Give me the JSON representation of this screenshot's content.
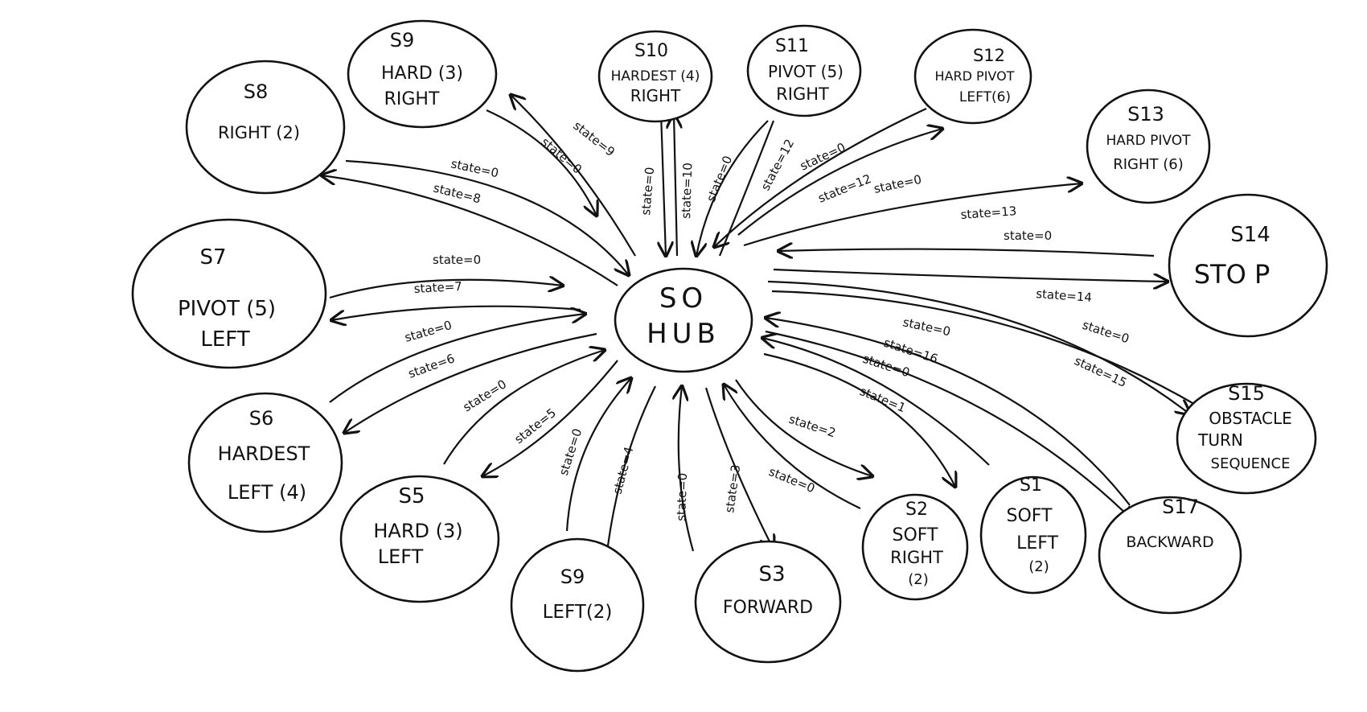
{
  "diagram": {
    "hub": {
      "id": "hub",
      "lines": [
        "SO",
        "HUB"
      ]
    },
    "nodes": [
      {
        "id": "s9-top",
        "lines": [
          "S9",
          "HARD (3)",
          "RIGHT"
        ]
      },
      {
        "id": "s10",
        "lines": [
          "S10",
          "HARDEST (4)",
          "RIGHT"
        ]
      },
      {
        "id": "s11",
        "lines": [
          "S11",
          "PIVOT (5)",
          "RIGHT"
        ]
      },
      {
        "id": "s12",
        "lines": [
          "S12",
          "HARD PIVOT",
          "LEFT(6)"
        ]
      },
      {
        "id": "s13",
        "lines": [
          "S13",
          "HARD PIVOT",
          "RIGHT (6)"
        ]
      },
      {
        "id": "s8",
        "lines": [
          "S8",
          "RIGHT (2)"
        ]
      },
      {
        "id": "s14",
        "lines": [
          "S14",
          "STO P"
        ]
      },
      {
        "id": "s7",
        "lines": [
          "S7",
          "PIVOT (5)",
          "LEFT"
        ]
      },
      {
        "id": "s15",
        "lines": [
          "S15",
          "OBSTACLE",
          "TURN",
          "SEQUENCE"
        ]
      },
      {
        "id": "s6",
        "lines": [
          "S6",
          "HARDEST",
          "LEFT (4)"
        ]
      },
      {
        "id": "s5",
        "lines": [
          "S5",
          "HARD (3)",
          "LEFT"
        ]
      },
      {
        "id": "s9-bottom",
        "lines": [
          "S9",
          "LEFT(2)"
        ]
      },
      {
        "id": "s3",
        "lines": [
          "S3",
          "FORWARD"
        ]
      },
      {
        "id": "s2",
        "lines": [
          "S2",
          "SOFT",
          "RIGHT",
          "(2)"
        ]
      },
      {
        "id": "s1",
        "lines": [
          "S1",
          "SOFT",
          "LEFT",
          "(2)"
        ]
      },
      {
        "id": "s17",
        "lines": [
          "S17",
          "BACKWARD"
        ]
      }
    ],
    "edge_labels": {
      "s9_out": "state=9",
      "s9_in": "state=0",
      "s10_out": "state=0",
      "s10_in": "state=10",
      "s11_in": "state=0",
      "s11_out": "state=12",
      "s12_in": "state=0",
      "s12_out": "state=12",
      "s13_in": "state=0",
      "s13_out": "state=13",
      "s8_in": "state=0",
      "s8_out": "state=8",
      "s14_in": "state=0",
      "s14_out": "state=14",
      "s7_in": "state=0",
      "s7_out": "state=7",
      "s15_in": "state=0",
      "s15_out": "state=15",
      "s6_in": "state=0",
      "s6_out": "state=6",
      "s5_in": "state=0",
      "s5_out": "state=5",
      "s9b_in": "state=0",
      "s9b_out": "state=4",
      "s3_in": "state=0",
      "s3_out": "state=3",
      "s17_in": "state=0",
      "s17_out": "state=16",
      "s1_in": "state=0",
      "s1_out": "state=1",
      "s2_out": "state=2",
      "s2_in": "state=0"
    }
  }
}
